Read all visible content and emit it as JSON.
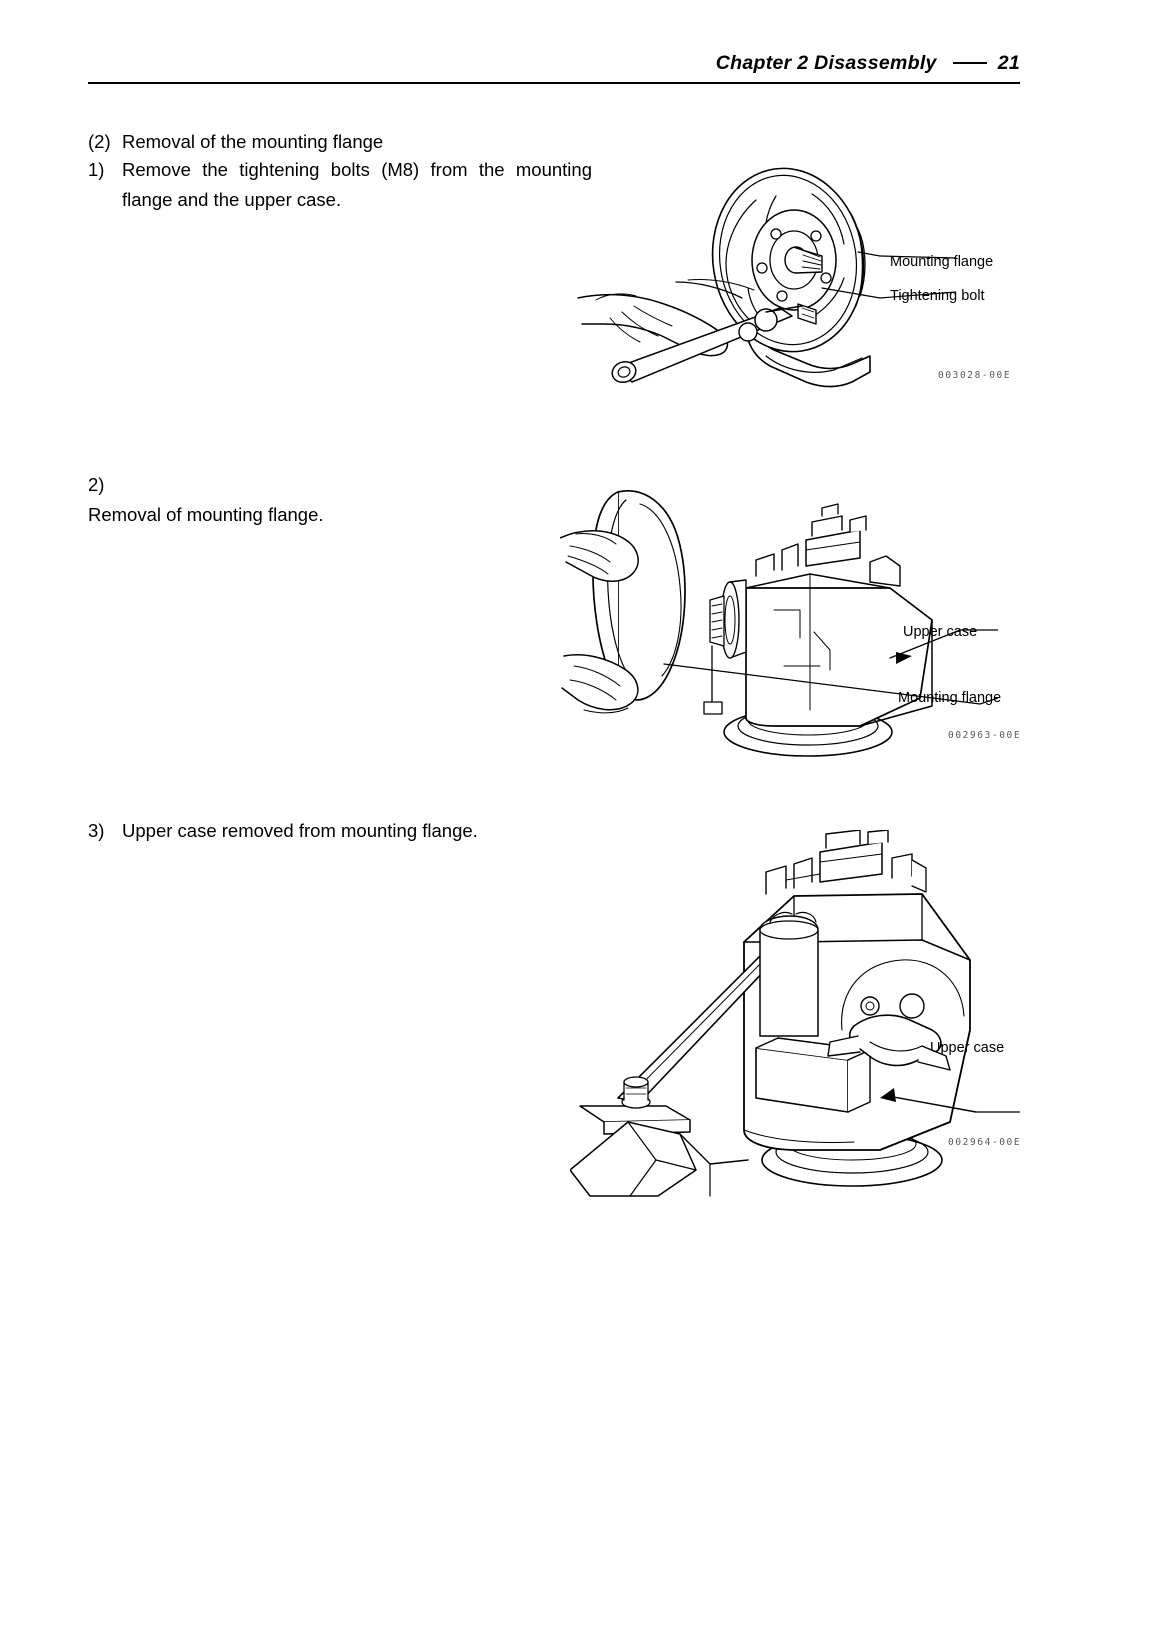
{
  "header": {
    "chapter": "Chapter 2  Disassembly",
    "page_number": "21",
    "separator": "—"
  },
  "content": {
    "section_heading": {
      "marker": "(2)",
      "text": "Removal of the mounting flange"
    },
    "steps": [
      {
        "marker": "1)",
        "text": "Remove the tightening bolts (M8) from the mounting flange and the upper case."
      },
      {
        "marker": "2)",
        "text": "Removal of mounting flange."
      },
      {
        "marker": "3)",
        "text": "Upper case removed from mounting flange."
      }
    ]
  },
  "figures": [
    {
      "id": "figure-1",
      "code": "003028-00E",
      "callouts": [
        {
          "label": "Mounting flange"
        },
        {
          "label": "Tightening bolt"
        }
      ]
    },
    {
      "id": "figure-2",
      "code": "002963-00E",
      "callouts": [
        {
          "label": "Upper case"
        },
        {
          "label": "Mounting flange"
        }
      ]
    },
    {
      "id": "figure-3",
      "code": "002964-00E",
      "callouts": [
        {
          "label": "Upper case"
        }
      ]
    }
  ],
  "colors": {
    "ink": "#000000",
    "code_gray": "#5a5a5a",
    "paper": "#ffffff"
  }
}
